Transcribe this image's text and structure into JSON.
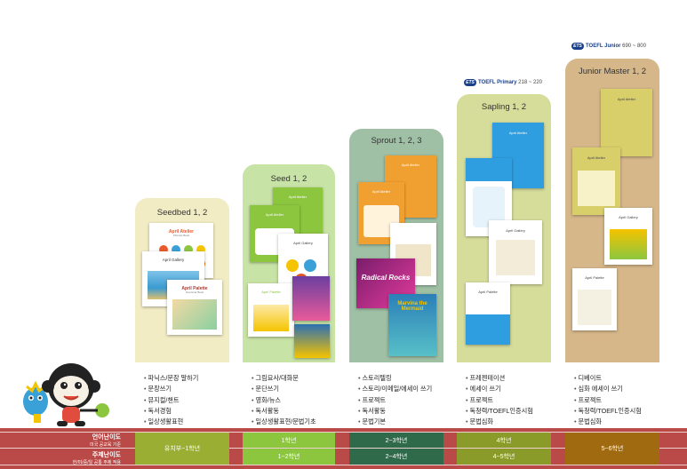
{
  "columns": [
    {
      "title": "Seedbed 1, 2",
      "color": "#f2ecc4",
      "books": [
        {
          "title": "April Atelier",
          "sub": "Phonics Book"
        },
        {
          "title": "April Gallery",
          "sub": ""
        },
        {
          "title": "April Palette",
          "sub": "Grammar Book"
        }
      ],
      "bullets": [
        "파닉스/문장 말하기",
        "문장쓰기",
        "뮤지컬/챈트",
        "독서경험",
        "일상생활표현"
      ]
    },
    {
      "title": "Seed 1, 2",
      "color": "#c8e3a6",
      "books": [
        {
          "title": "April Atelier",
          "sub": ""
        },
        {
          "title": "April Atelier",
          "sub": ""
        },
        {
          "title": "April Gallery",
          "sub": ""
        },
        {
          "title": "April Palette",
          "sub": ""
        }
      ],
      "bullets": [
        "그림묘사/대화문",
        "문단쓰기",
        "영화/뉴스",
        "독서활동",
        "일상생활표현/문법기초"
      ]
    },
    {
      "title": "Sprout 1, 2, 3",
      "color": "#9fc0a5",
      "books": [
        {
          "title": "April Atelier",
          "sub": ""
        },
        {
          "title": "April Atelier",
          "sub": ""
        },
        {
          "title": "Radical Rocks",
          "sub": ""
        },
        {
          "title": "Marvina the Mermaid",
          "sub": ""
        }
      ],
      "bullets": [
        "스토리텔링",
        "스토리/이메일/에세이 쓰기",
        "프로젝트",
        "독서활동",
        "문법기본"
      ]
    },
    {
      "title": "Sapling 1, 2",
      "color": "#d6dd9b",
      "books": [
        {
          "title": "April Atelier",
          "sub": ""
        },
        {
          "title": "April Gallery",
          "sub": ""
        },
        {
          "title": "April Palette",
          "sub": ""
        }
      ],
      "bullets": [
        "프레젠테이션",
        "에세이 쓰기",
        "프로젝트",
        "독청력/TOEFL인증시험",
        "문법심화"
      ]
    },
    {
      "title": "Junior Master 1, 2",
      "color": "#d6b78a",
      "books": [
        {
          "title": "April Atelier",
          "sub": ""
        },
        {
          "title": "April Atelier",
          "sub": ""
        },
        {
          "title": "April Gallery",
          "sub": ""
        },
        {
          "title": "April Palette",
          "sub": ""
        }
      ],
      "bullets": [
        "디베이트",
        "심화 에세이 쓰기",
        "프로젝트",
        "독청력/TOEFL인증시험",
        "문법심화"
      ]
    }
  ],
  "ets_primary": {
    "badge": "ETS",
    "name": "TOEFL Primary",
    "range": "218 ~ 220"
  },
  "ets_junior": {
    "badge": "ETS",
    "name": "TOEFL Junior",
    "range": "690 ~ 800"
  },
  "track": {
    "row1_label": "언어난이도",
    "row1_sub": "미국 공교육 기준",
    "row2_label": "주제난이도",
    "row2_sub": "한/미/중/일 공통 주제 적용",
    "cells": [
      {
        "text": "유치부~1학년",
        "color": "#9aae33"
      },
      {
        "text": "1학년",
        "color": "#8cc63f"
      },
      {
        "text": "1~2학년",
        "color": "#8cc63f"
      },
      {
        "text": "2~3학년",
        "color": "#2f6b4a"
      },
      {
        "text": "2~4학년",
        "color": "#2f6b4a"
      },
      {
        "text": "4학년",
        "color": "#8a9b2a"
      },
      {
        "text": "4~5학년",
        "color": "#8a9b2a"
      },
      {
        "text": "5~6학년",
        "color": "#a06a10"
      }
    ]
  }
}
